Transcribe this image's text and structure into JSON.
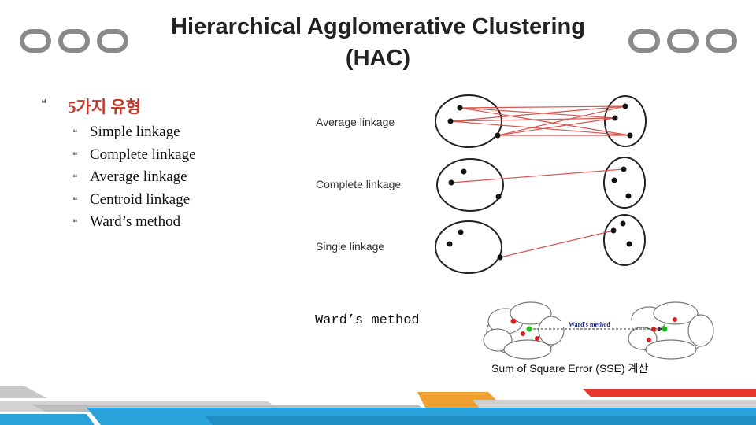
{
  "title_line1": "Hierarchical Agglomerative Clustering",
  "title_line2": "(HAC)",
  "section": {
    "heading": "5가지 유형",
    "items": [
      "Simple linkage",
      "Complete linkage",
      "Average linkage",
      "Centroid linkage",
      "Ward’s method"
    ]
  },
  "figure": {
    "labels": [
      "Average linkage",
      "Complete linkage",
      "Single linkage"
    ]
  },
  "ward": {
    "label": "Ward’s method",
    "inner_label": "Ward's method",
    "sse_caption": "Sum of Square Error (SSE) 계산"
  },
  "colors": {
    "accent_red": "#c0392b",
    "link_line": "#d9534f",
    "cluster_dot": "#111111",
    "ward_red": "#e02020",
    "ward_green": "#22bb22",
    "footer_blue": "#29a3d9",
    "footer_orange": "#f0a030",
    "footer_red": "#e8372c",
    "footer_gray": "#bdbdbd"
  },
  "icons": {
    "bullet": "bullet-icon",
    "deco_rings": "ring-icon"
  }
}
